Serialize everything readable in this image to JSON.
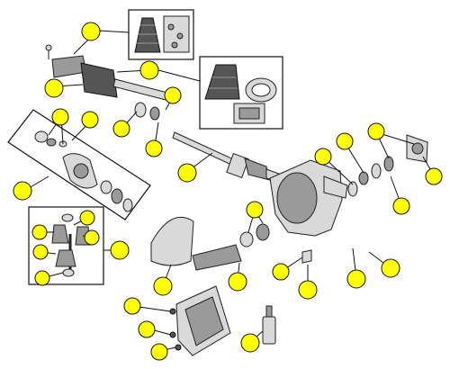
{
  "diagram": {
    "callouts": [
      {
        "id": 1
      },
      {
        "id": 2
      },
      {
        "id": 3
      },
      {
        "id": 4
      },
      {
        "id": 5
      },
      {
        "id": 6
      },
      {
        "id": 7
      },
      {
        "id": 8
      },
      {
        "id": 9
      },
      {
        "id": 10
      },
      {
        "id": 11
      },
      {
        "id": 12
      },
      {
        "id": 13
      },
      {
        "id": 14
      },
      {
        "id": 15
      },
      {
        "id": 16
      },
      {
        "id": 17
      },
      {
        "id": 18
      },
      {
        "id": 19
      },
      {
        "id": 20
      },
      {
        "id": 21
      },
      {
        "id": 22
      },
      {
        "id": 23
      },
      {
        "id": 24
      },
      {
        "id": 25
      },
      {
        "id": 26
      },
      {
        "id": 27
      },
      {
        "id": 28
      },
      {
        "id": 29
      },
      {
        "id": 30
      },
      {
        "id": 31
      },
      {
        "id": 32
      },
      {
        "id": 33
      },
      {
        "id": 34
      },
      {
        "id": 35
      }
    ],
    "colors": {
      "callout_fill": "#ffff00",
      "line": "#111111",
      "part_light": "#d9d9d9",
      "part_dark": "#555555"
    }
  }
}
